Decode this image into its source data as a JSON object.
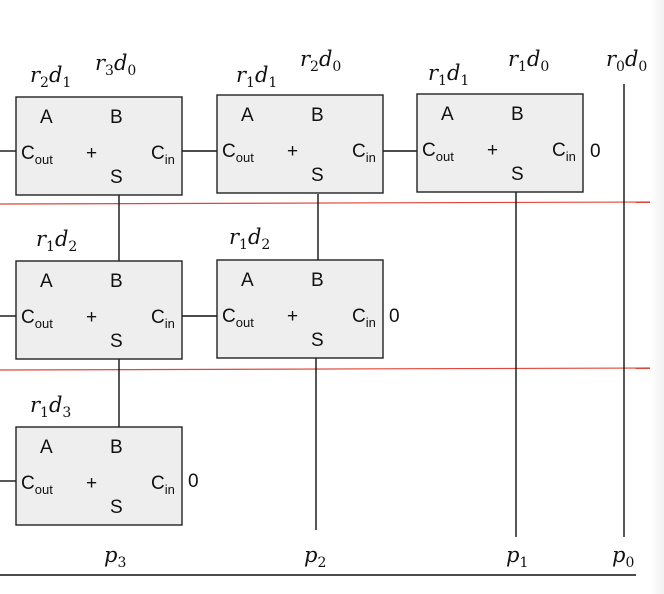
{
  "adder_pins": {
    "a": "A",
    "b": "B",
    "cout_main": "C",
    "cout_sub": "out",
    "plus": "+",
    "cin_main": "C",
    "cin_sub": "in",
    "s": "S"
  },
  "carry_in_zero": "0",
  "partial_products": {
    "r2d1": {
      "r": "r",
      "ri": "2",
      "d": "d",
      "di": "1"
    },
    "r3d0": {
      "r": "r",
      "ri": "3",
      "d": "d",
      "di": "0"
    },
    "r1d1a": {
      "r": "r",
      "ri": "1",
      "d": "d",
      "di": "1"
    },
    "r2d0": {
      "r": "r",
      "ri": "2",
      "d": "d",
      "di": "0"
    },
    "r1d1b": {
      "r": "r",
      "ri": "1",
      "d": "d",
      "di": "1"
    },
    "r1d0": {
      "r": "r",
      "ri": "1",
      "d": "d",
      "di": "0"
    },
    "r0d0": {
      "r": "r",
      "ri": "0",
      "d": "d",
      "di": "0"
    },
    "r1d2a": {
      "r": "r",
      "ri": "1",
      "d": "d",
      "di": "2"
    },
    "r1d2b": {
      "r": "r",
      "ri": "1",
      "d": "d",
      "di": "2"
    },
    "r1d3": {
      "r": "r",
      "ri": "1",
      "d": "d",
      "di": "3"
    }
  },
  "outputs": {
    "p3": {
      "p": "p",
      "i": "3"
    },
    "p2": {
      "p": "p",
      "i": "2"
    },
    "p1": {
      "p": "p",
      "i": "1"
    },
    "p0": {
      "p": "p",
      "i": "0"
    }
  },
  "colors": {
    "box_fill": "#eeeeee",
    "line": "#111111",
    "separator": "#e0463a"
  }
}
